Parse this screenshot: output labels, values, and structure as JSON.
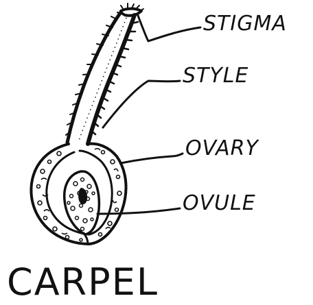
{
  "diagram": {
    "title": "CARPEL",
    "labels": {
      "stigma": "STIGMA",
      "style": "STYLE",
      "ovary": "OVARY",
      "ovule": "OVULE"
    },
    "colors": {
      "ink": "#111111",
      "background": "#ffffff"
    }
  }
}
